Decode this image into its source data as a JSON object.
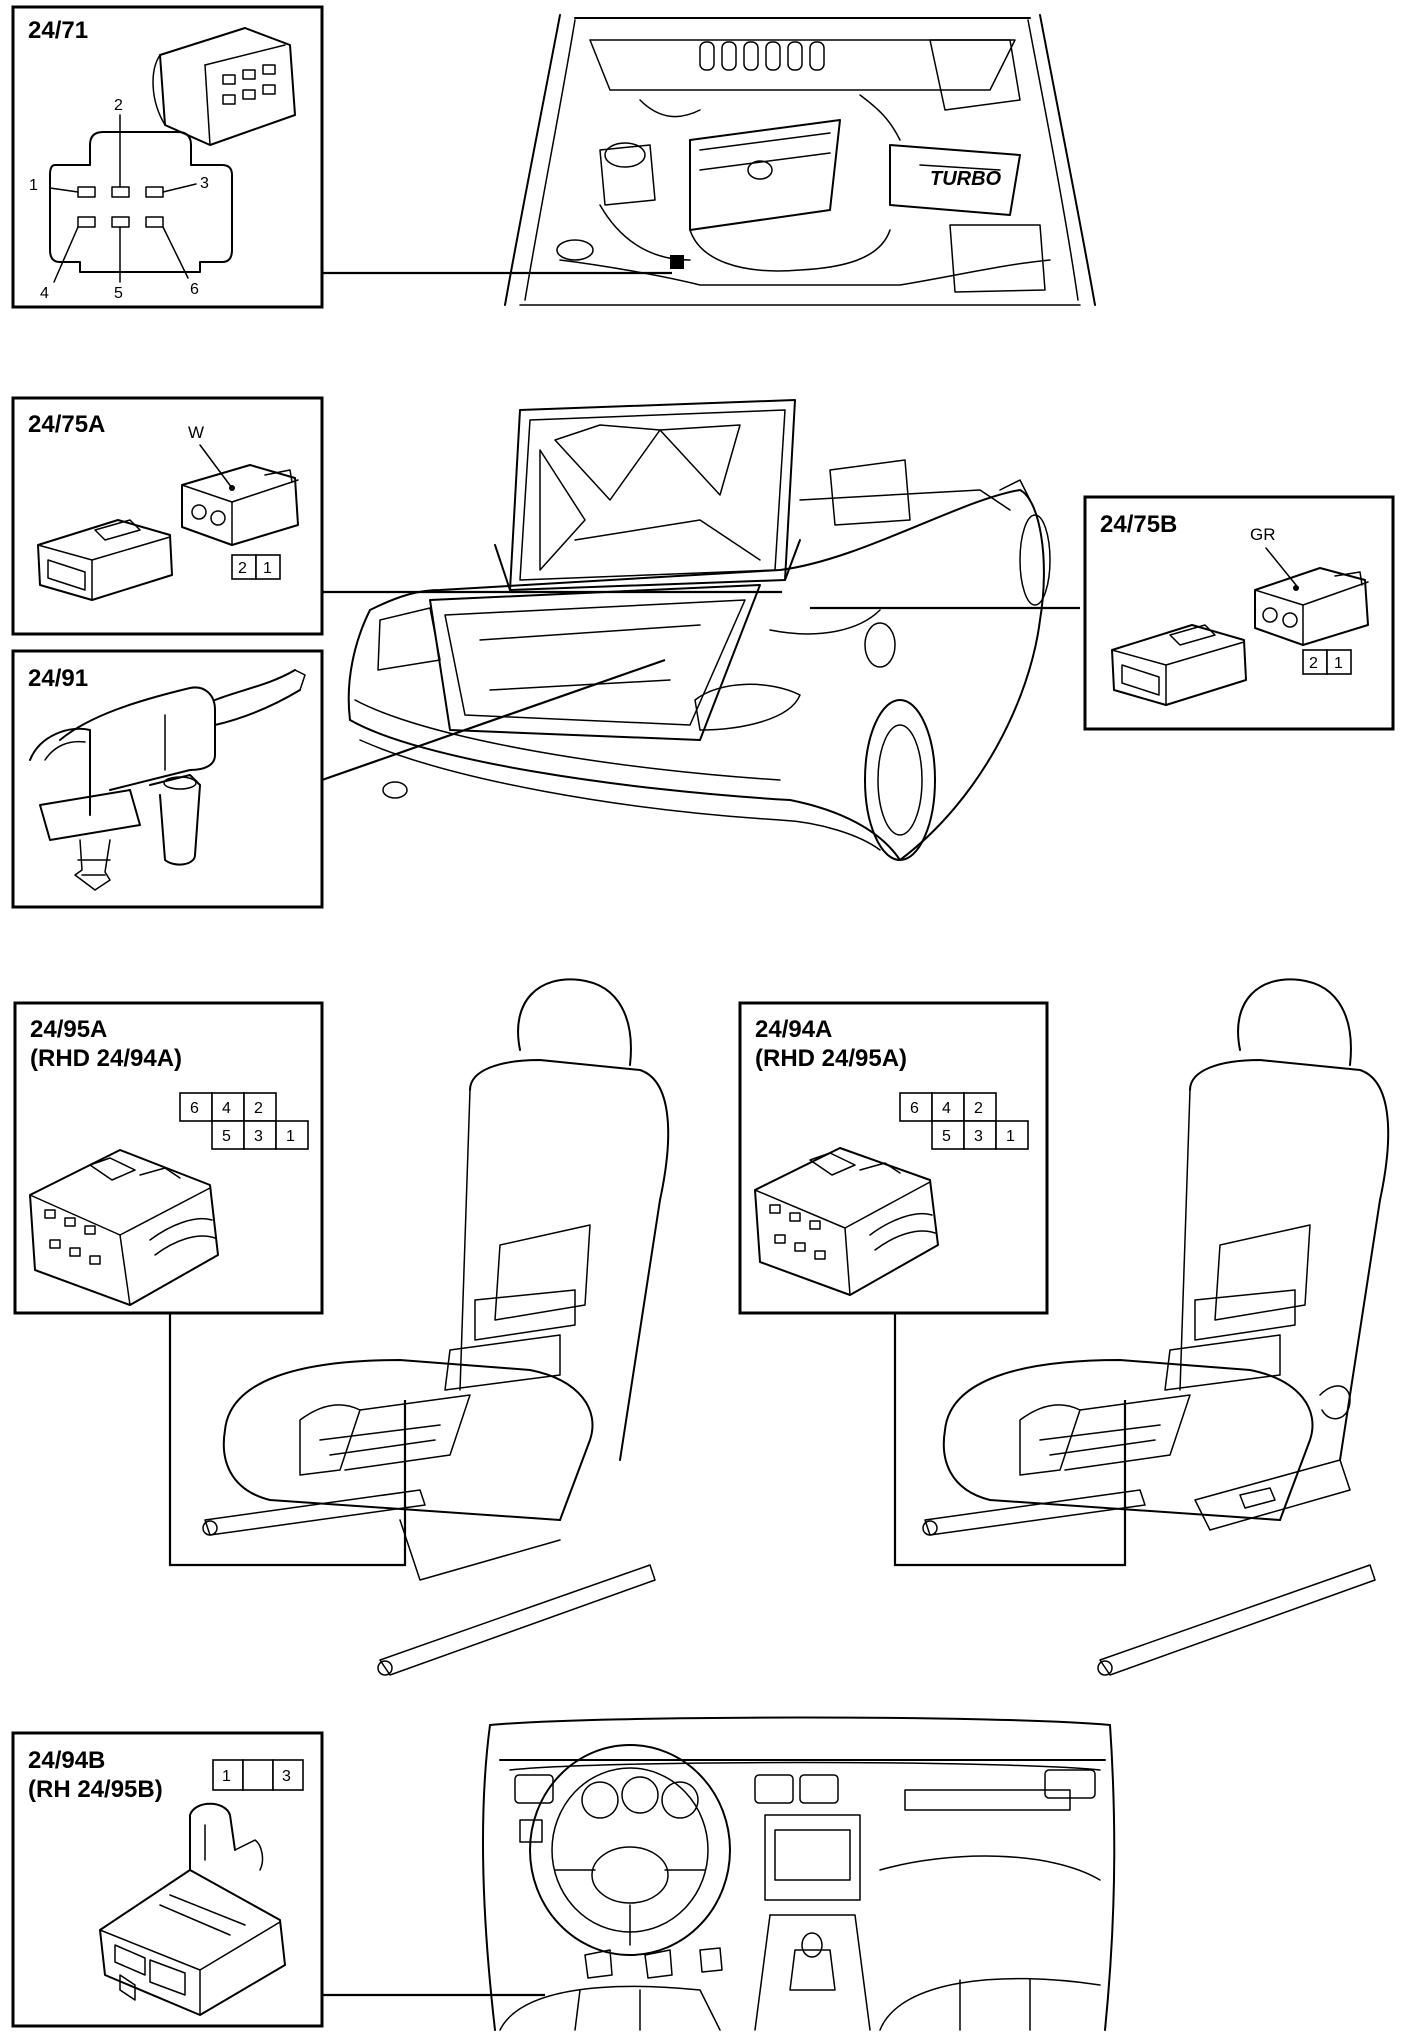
{
  "connectors": {
    "c2471": {
      "label": "24/71",
      "pins": [
        "1",
        "2",
        "3",
        "4",
        "5",
        "6"
      ]
    },
    "c2475a": {
      "label": "24/75A",
      "color": "W",
      "cells": [
        "2",
        "1"
      ]
    },
    "c2475b": {
      "label": "24/75B",
      "color": "GR",
      "cells": [
        "2",
        "1"
      ]
    },
    "c2491": {
      "label": "24/91"
    },
    "c2495a": {
      "label": "24/95A",
      "sub": "(RHD 24/94A)",
      "row1": [
        "6",
        "4",
        "2"
      ],
      "row2": [
        "5",
        "3",
        "1"
      ]
    },
    "c2494a": {
      "label": "24/94A",
      "sub": "(RHD 24/95A)",
      "row1": [
        "6",
        "4",
        "2"
      ],
      "row2": [
        "5",
        "3",
        "1"
      ]
    },
    "c2494b": {
      "label": "24/94B",
      "sub": "(RH 24/95B)",
      "cells": [
        "1",
        "",
        "3"
      ]
    }
  }
}
